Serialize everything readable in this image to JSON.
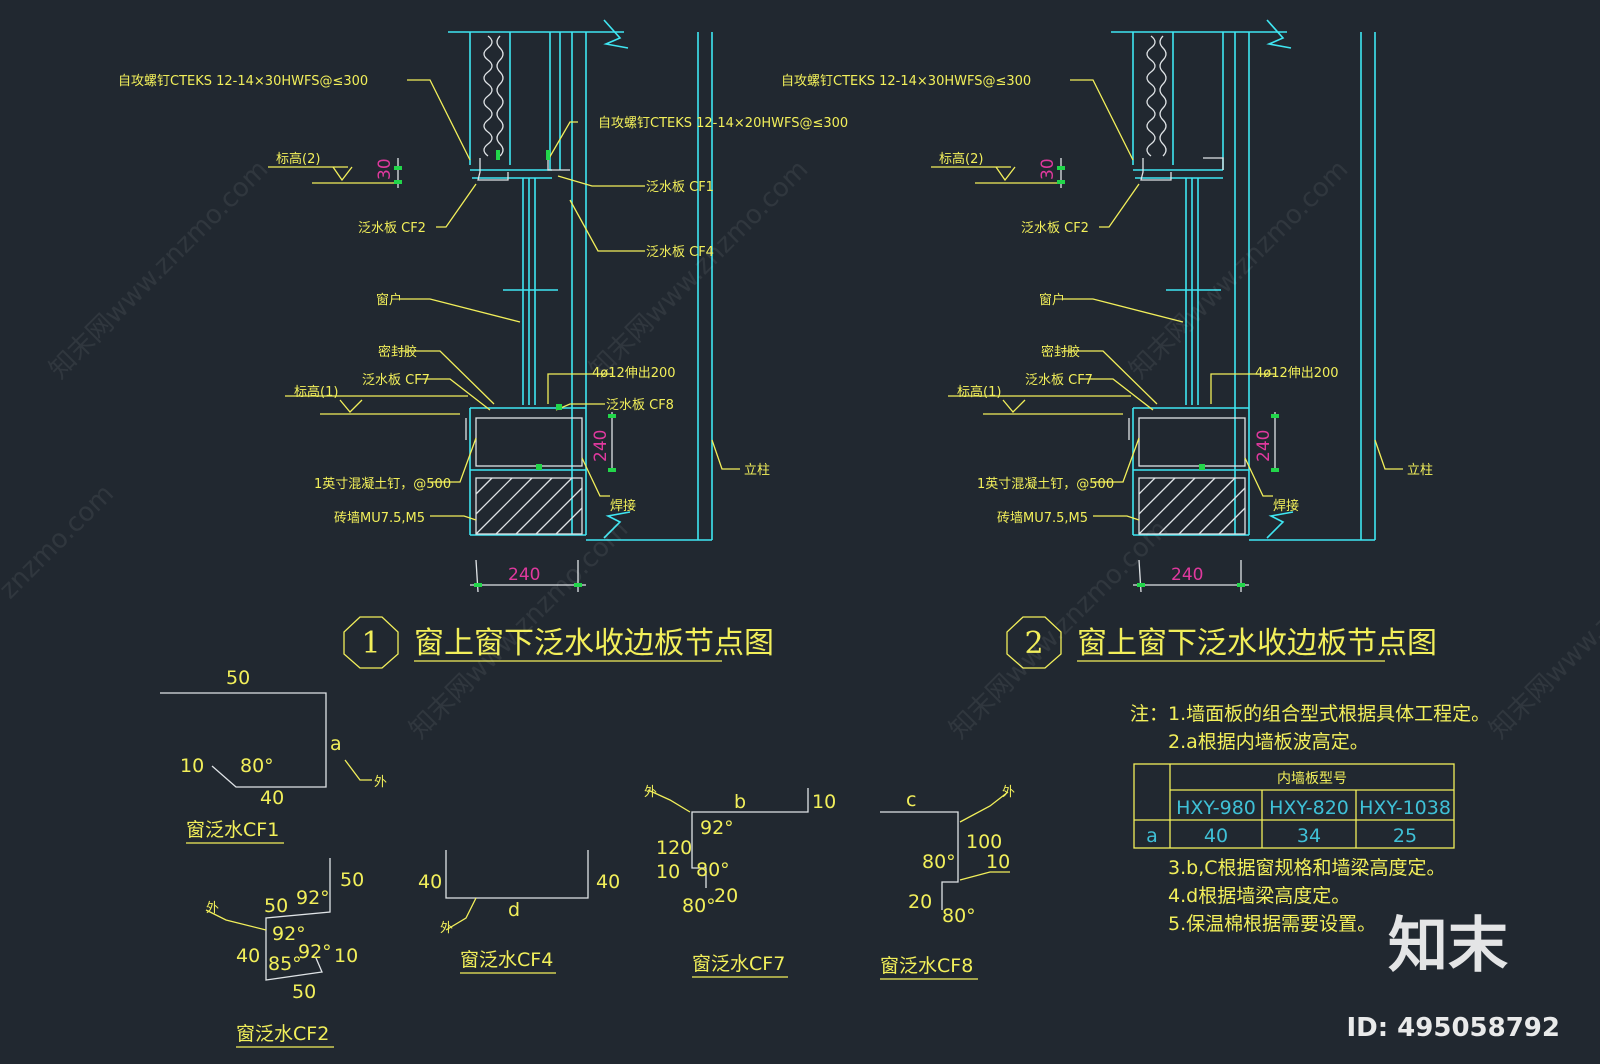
{
  "details": [
    {
      "num": "1",
      "title": "窗上窗下泛水收边板节点图",
      "screw_top": "自攻螺钉CTEKS 12-14×30HWFS@≤300",
      "screw_mid": "自攻螺钉CTEKS 12-14×20HWFS@≤300",
      "elev2": "标高(2)",
      "elev1": "标高(1)",
      "cf1": "泛水板 CF1",
      "cf2": "泛水板 CF2",
      "cf4": "泛水板 CF4",
      "window": "窗户",
      "sealant": "密封胶",
      "cf7": "泛水板 CF7",
      "cf8": "泛水板 CF8",
      "rebar": "4ø12伸出200",
      "nail": "1英寸混凝土钉，@500",
      "wall": "砖墙MU7.5,M5",
      "weld": "焊接",
      "column": "立柱",
      "dim30": "30",
      "dim240v": "240",
      "dim240h": "240"
    },
    {
      "num": "2",
      "title": "窗上窗下泛水收边板节点图",
      "screw_top": "自攻螺钉CTEKS 12-14×30HWFS@≤300",
      "elev2": "标高(2)",
      "elev1": "标高(1)",
      "cf2": "泛水板 CF2",
      "window": "窗户",
      "sealant": "密封胶",
      "cf7": "泛水板 CF7",
      "rebar": "4ø12伸出200",
      "nail": "1英寸混凝土钉，@500",
      "wall": "砖墙MU7.5,M5",
      "weld": "焊接",
      "column": "立柱",
      "dim30": "30",
      "dim240v": "240",
      "dim240h": "240"
    }
  ],
  "profiles": {
    "cf1": {
      "label": "窗泛水CF1",
      "d50": "50",
      "d10": "10",
      "d80": "80°",
      "d40": "40",
      "a": "a",
      "out": "外"
    },
    "cf2": {
      "label": "窗泛水CF2",
      "d50a": "50",
      "d92a": "92°",
      "d50b": "50",
      "d92b": "92°",
      "d92c": "92°",
      "d40": "40",
      "d85": "85°",
      "d10": "10",
      "d50c": "50",
      "out": "外"
    },
    "cf4": {
      "label": "窗泛水CF4",
      "d40a": "40",
      "d40b": "40",
      "d": "d",
      "out": "外"
    },
    "cf7": {
      "label": "窗泛水CF7",
      "out": "外",
      "b": "b",
      "d10": "10",
      "d92": "92°",
      "d120": "120",
      "d10b": "10",
      "d80a": "80°",
      "d80b": "80°",
      "d20": "20"
    },
    "cf8": {
      "label": "窗泛水CF8",
      "c": "c",
      "out": "外",
      "d100": "100",
      "d80a": "80°",
      "d10": "10",
      "d20": "20",
      "d80b": "80°"
    }
  },
  "notes": {
    "n1": "注：1.墙面板的组合型式根据具体工程定。",
    "n2": "2.a根据内墙板波高定。",
    "n3": "3.b,C根据窗规格和墙梁高度定。",
    "n4": "4.d根据墙梁高度定。",
    "n5": "5.保温棉根据需要设置。"
  },
  "table": {
    "header": "内墙板型号",
    "cols": [
      "HXY-980",
      "HXY-820",
      "HXY-1038"
    ],
    "row_label": "a",
    "row": [
      "40",
      "34",
      "25"
    ]
  },
  "watermark": {
    "site": "znzmo.com",
    "cn": "知末网www.znzmo.com",
    "brand": "知末",
    "id": "ID: 495058792"
  }
}
